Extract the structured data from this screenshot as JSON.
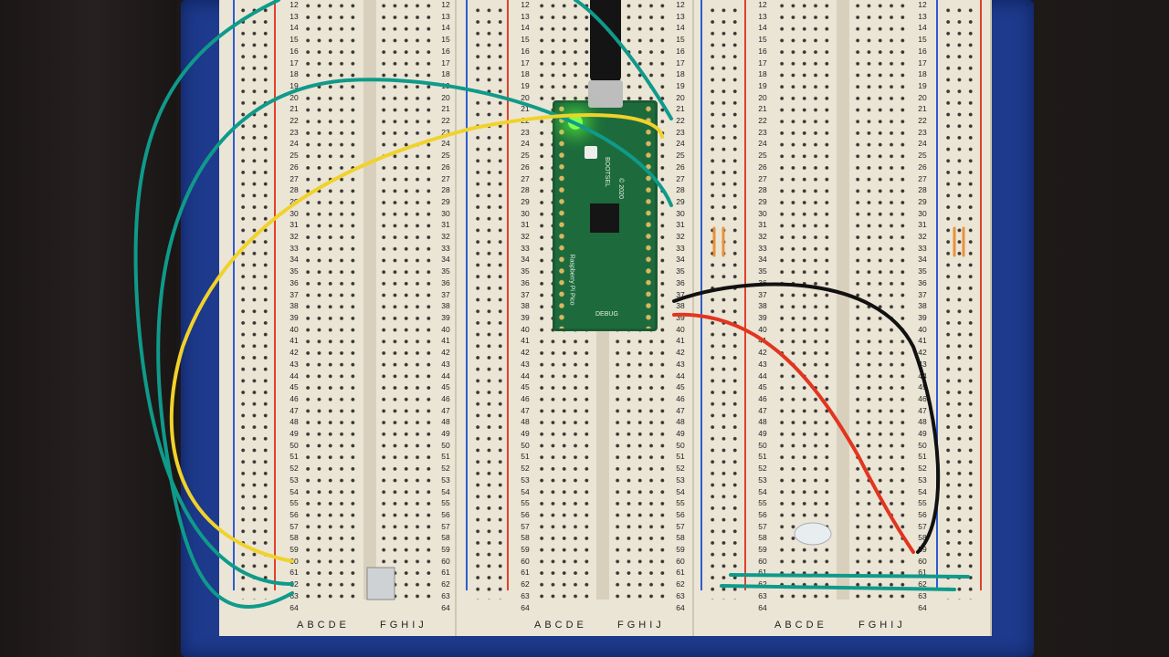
{
  "breadboard": {
    "row_start": 12,
    "row_end": 64,
    "letters_left": "ABCDE",
    "letters_right": "FGHIJ"
  },
  "pico": {
    "name": "Raspberry Pi Pico",
    "button": "BOOTSEL",
    "year": "© 2020",
    "debug": "DEBUG"
  },
  "colors": {
    "green_wire": "#0f9a8a",
    "yellow_wire": "#f0d22a",
    "red_wire": "#e2351f",
    "black_wire": "#111111",
    "led": "#7dff4a"
  }
}
